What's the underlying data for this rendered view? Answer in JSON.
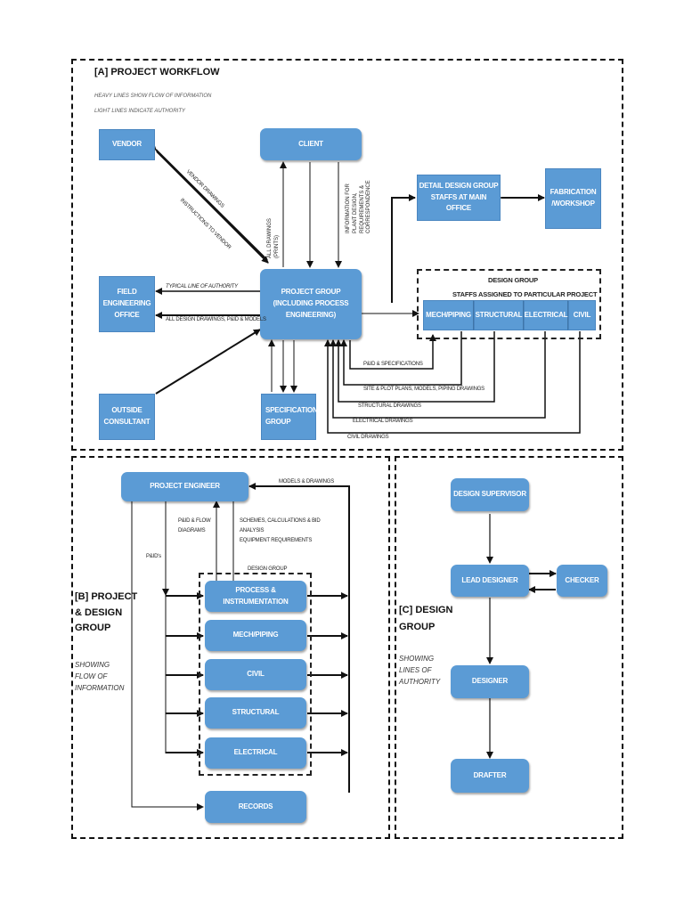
{
  "section_a": {
    "title": "[A] PROJECT WORKFLOW",
    "note1": "HEAVY LINES SHOW FLOW OF INFORMATION",
    "note2": "LIGHT LINES INDICATE AUTHORITY",
    "boxes": {
      "vendor": "VENDOR",
      "client": "CLIENT",
      "detail_design": "DETAIL DESIGN GROUP\nSTAFFS AT MAIN OFFICE",
      "fabrication": "FABRICATION\n/WORKSHOP",
      "field_engineering": "FIELD\nENGINEERING\nOFFICE",
      "project_group": "PROJECT GROUP\n(INCLUDING PROCESS\nENGINEERING)",
      "outside_consultant": "OUTSIDE\nCONSULTANT",
      "specification_group": "SPECIFICATION\nGROUP"
    },
    "design_group": {
      "title": "DESIGN GROUP",
      "subtitle": "STAFFS ASSIGNED TO PARTICULAR PROJECT",
      "cells": [
        "MECH/PIPING",
        "STRUCTURAL",
        "ELECTRICAL",
        "CIVIL"
      ]
    },
    "labels": {
      "vendor_drawings": "VENDOR DRAWINGS",
      "instructions_to_vendor": "INSTRUCTIONS TO VENDOR",
      "all_drawings": "ALL DRAWINGS\n(PRINTS)",
      "information": "INFORMATION FOR\nPLANT DESIGN,\nREQUIREMENTS &\nCORRESPONDENCE",
      "typical_authority": "TYPICAL LINE OF AUTHORITY",
      "all_design_drawings": "ALL DESIGN DRAWINGS, P&ID & MODELS",
      "pid_specs": "P&ID & SPECIFICATIONS",
      "site_plot": "SITE & PLOT PLANS, MODELS, PIPING DRAWINGS",
      "structural_drawings": "STRUCTURAL DRAWINGS",
      "electrical_drawings": "ELECTRICAL DRAWINGS",
      "civil_drawings": "CIVIL DRAWINGS"
    }
  },
  "section_b": {
    "title": "[B] PROJECT\n& DESIGN\nGROUP",
    "subtitle": "SHOWING\nFLOW OF\nINFORMATION",
    "project_engineer": "PROJECT ENGINEER",
    "design_group_label": "DESIGN GROUP",
    "disciplines": [
      "PROCESS & INSTRUMENTATION",
      "MECH/PIPING",
      "CIVIL",
      "STRUCTURAL",
      "ELECTRICAL"
    ],
    "records": "RECORDS",
    "labels": {
      "models_drawings": "MODELS & DRAWINGS",
      "pid_flow": "P&ID & FLOW\nDIAGRAMS",
      "schemes": "SCHEMES, CALCULATIONS & BID\nANALYSIS\nEQUIPMENT REQUIREMENTS",
      "pids": "P&ID's"
    }
  },
  "section_c": {
    "title": "[C]  DESIGN\nGROUP",
    "subtitle": "SHOWING\nLINES OF\nAUTHORITY",
    "boxes": {
      "design_supervisor": "DESIGN SUPERVISOR",
      "lead_designer": "LEAD DESIGNER",
      "checker": "CHECKER",
      "designer": "DESIGNER",
      "drafter": "DRAFTER"
    }
  },
  "colors": {
    "box_fill": "#5b9bd5",
    "box_text": "#ffffff",
    "line": "#111111"
  }
}
